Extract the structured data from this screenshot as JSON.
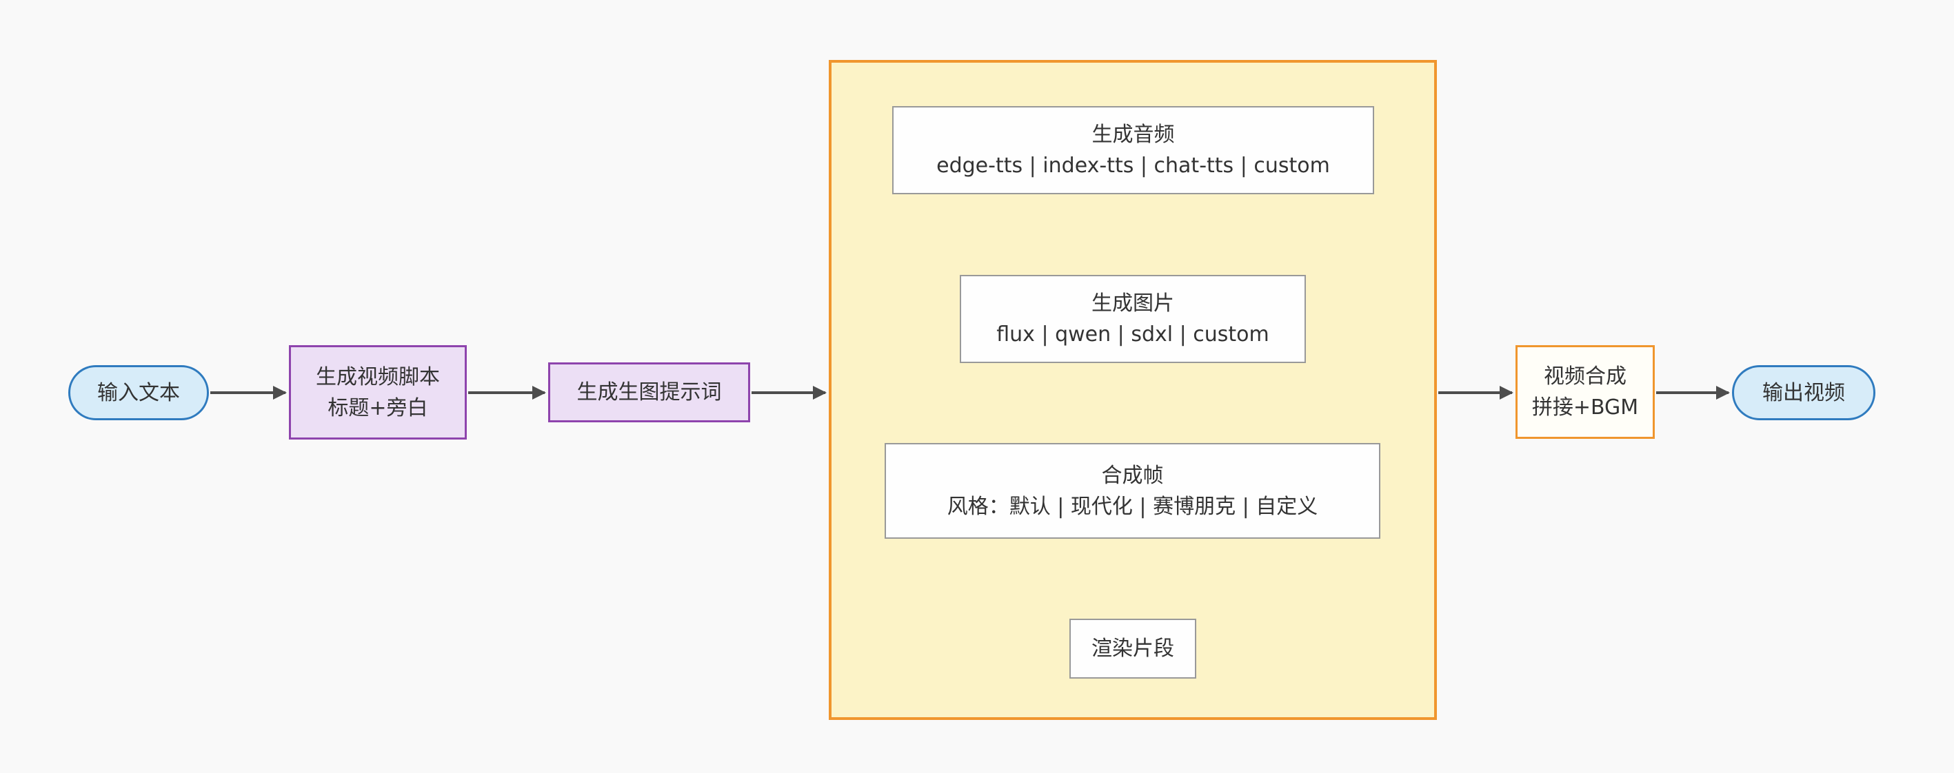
{
  "diagram": {
    "nodes": {
      "input_text": {
        "label": "输入文本"
      },
      "script": {
        "line1": "生成视频脚本",
        "line2": "标题+旁白"
      },
      "prompt": {
        "label": "生成生图提示词"
      },
      "audio": {
        "line1": "生成音频",
        "line2": "edge-tts | index-tts | chat-tts | custom"
      },
      "image": {
        "line1": "生成图片",
        "line2": "flux | qwen | sdxl | custom"
      },
      "frame": {
        "line1": "合成帧",
        "line2": "风格：默认 | 现代化 | 赛博朋克 | 自定义"
      },
      "render": {
        "label": "渲染片段"
      },
      "compose": {
        "line1": "视频合成",
        "line2": "拼接+BGM"
      },
      "output": {
        "label": "输出视频"
      }
    },
    "colors": {
      "background": "#f9f9f9",
      "text": "#333333",
      "arrow": "#4d4d4d",
      "stadium_fill": "#d7ecf9",
      "stadium_border": "#2f7bbf",
      "purple_fill": "#ecdff5",
      "purple_border": "#8e44ad",
      "container_fill": "#fcf3c7",
      "container_border": "#f0962e",
      "inner_fill": "#fefefe",
      "inner_border": "#999999",
      "compose_fill": "#fffef8",
      "compose_border": "#f0962e"
    }
  }
}
